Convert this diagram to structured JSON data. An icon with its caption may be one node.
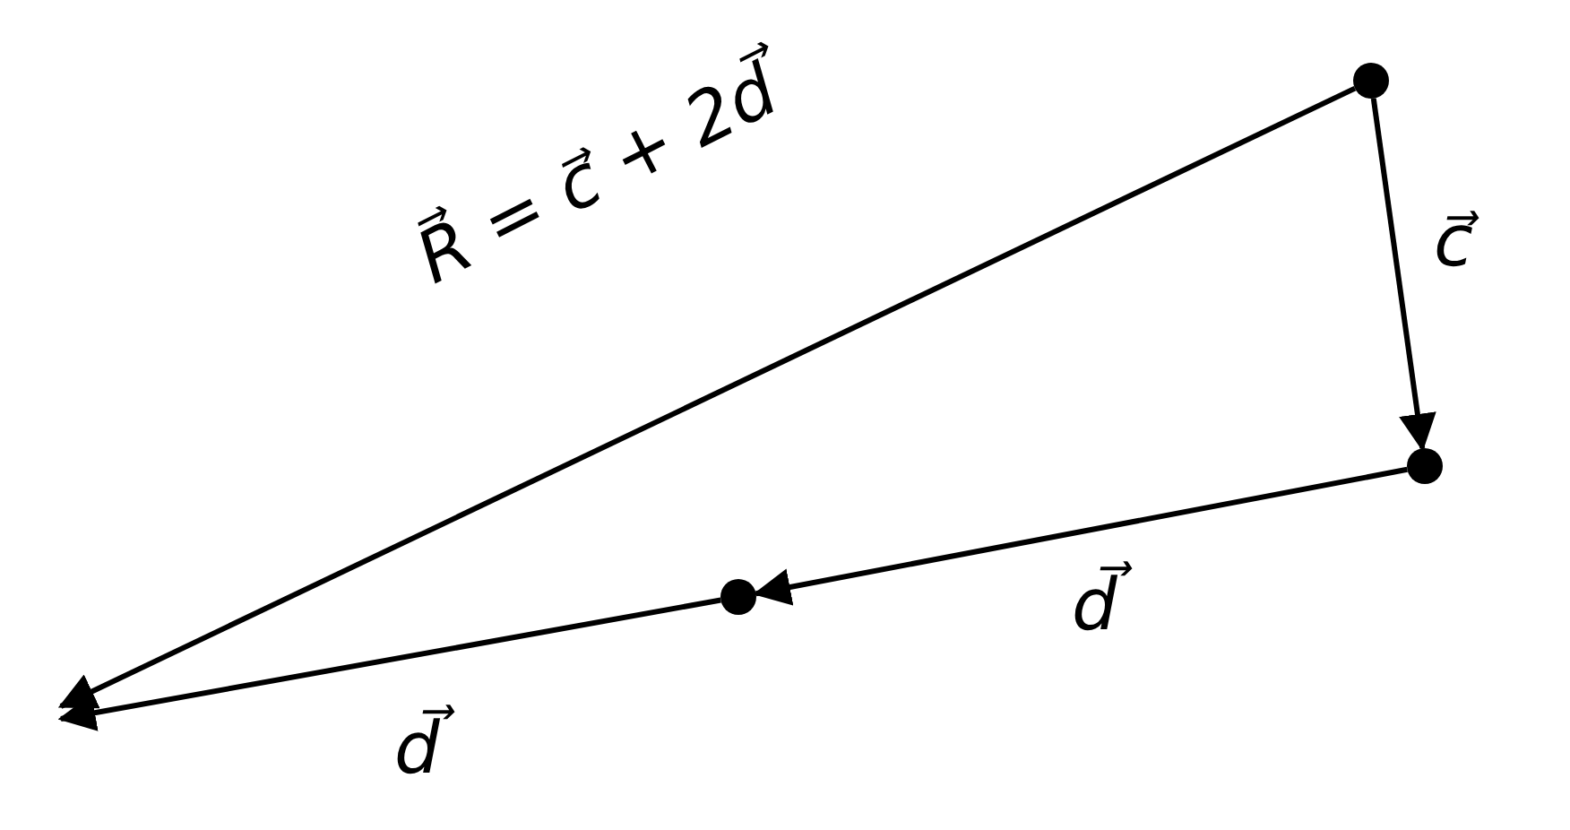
{
  "diagram": {
    "nodes": [
      {
        "text": [],
        "shape": "circle"
      },
      {
        "text": [],
        "shape": "circle"
      },
      {
        "text": [],
        "shape": "circle"
      }
    ],
    "edges": [
      {
        "from": 0,
        "to": 1,
        "arrow": "to",
        "label": "c⃗"
      },
      {
        "from": 1,
        "to": 2,
        "arrow": "to",
        "label": "d⃗"
      },
      {
        "from": 2,
        "to": null,
        "arrow": "to",
        "label": "d⃗"
      },
      {
        "from": 0,
        "to": null,
        "arrow": "to",
        "label": "R⃗ = c⃗ + 2d⃗"
      }
    ]
  }
}
